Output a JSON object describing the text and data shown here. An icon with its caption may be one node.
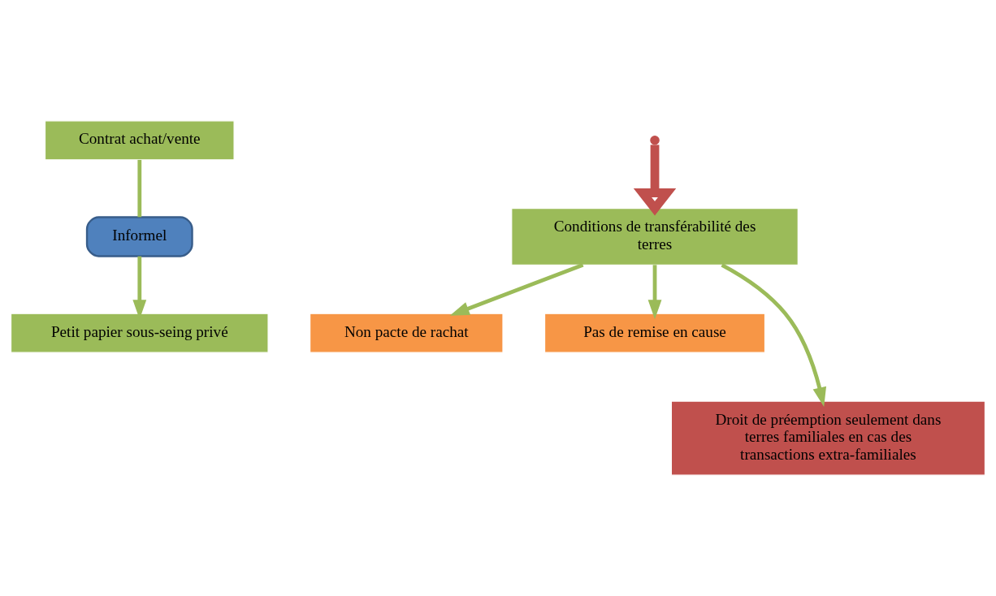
{
  "diagram": {
    "nodes": [
      {
        "text": [
          "Contrat achat/vente"
        ]
      },
      {
        "text": [
          "Informel"
        ]
      },
      {
        "text": [
          "Petit papier sous-seing privé"
        ]
      },
      {
        "text": [
          "Conditions de transférabilité des terres"
        ]
      },
      {
        "text": [
          "Non pacte de rachat"
        ]
      },
      {
        "text": [
          "Pas de remise en cause"
        ]
      },
      {
        "text": [
          "Droit de préemption seulement dans terres familiales en cas des transactions extra-familiales"
        ]
      }
    ],
    "edges": [
      {
        "from": 0,
        "to": 1,
        "arrow": "none"
      },
      {
        "from": 1,
        "to": 2,
        "arrow": "to"
      },
      {
        "from": null,
        "to": 3,
        "arrow": "to",
        "style": "thick",
        "color": "#c0504d"
      },
      {
        "from": 3,
        "to": 4,
        "arrow": "to"
      },
      {
        "from": 3,
        "to": 6,
        "arrow": "to"
      },
      {
        "from": 3,
        "to": 5,
        "arrow": "to"
      }
    ]
  }
}
